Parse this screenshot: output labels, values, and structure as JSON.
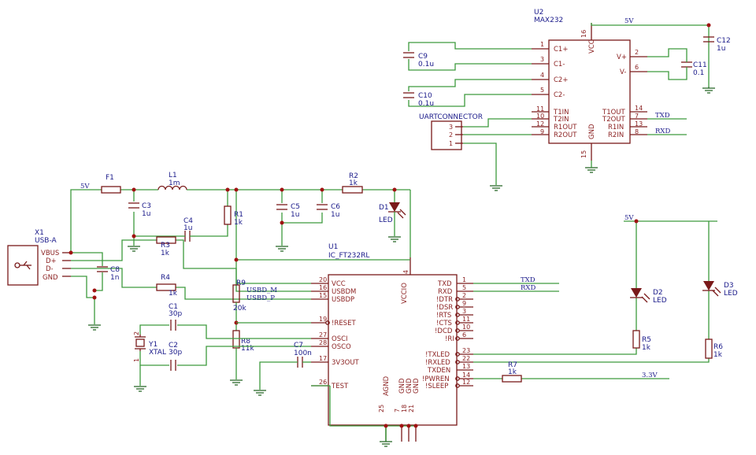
{
  "nets": {
    "vcc_5v_top": "5V",
    "vcc_5v_left": "5V",
    "vcc_5v_right": "5V",
    "v33": "3.3V",
    "txd_top": "TXD",
    "rxd_top": "RXD",
    "txd_mid": "TXD",
    "rxd_mid": "RXD",
    "usbd_m": "USBD_M",
    "usbd_p": "USBD_P"
  },
  "components": {
    "u2": {
      "ref": "U2",
      "value": "MAX232"
    },
    "u1": {
      "ref": "U1",
      "value": "IC_FT232RL"
    },
    "x1": {
      "ref": "X1",
      "value": "USB-A"
    },
    "f1": {
      "ref": "F1"
    },
    "l1": {
      "ref": "L1",
      "value": "1m"
    },
    "r1": {
      "ref": "R1",
      "value": "1k"
    },
    "r2": {
      "ref": "R2",
      "value": "1k"
    },
    "r3": {
      "ref": "R3",
      "value": "1k"
    },
    "r4": {
      "ref": "R4",
      "value": "1k"
    },
    "r5": {
      "ref": "R5",
      "value": "1k"
    },
    "r6": {
      "ref": "R6",
      "value": "1k"
    },
    "r7": {
      "ref": "R7",
      "value": "1k"
    },
    "r8": {
      "ref": "R8",
      "value": "11k"
    },
    "r9": {
      "ref": "R9",
      "value": "20k"
    },
    "c1": {
      "ref": "C1",
      "value": "30p"
    },
    "c2": {
      "ref": "C2",
      "value": "30p"
    },
    "c3": {
      "ref": "C3",
      "value": "1u"
    },
    "c4": {
      "ref": "C4",
      "value": "1u"
    },
    "c5": {
      "ref": "C5",
      "value": "1u"
    },
    "c6": {
      "ref": "C6",
      "value": "1u"
    },
    "c7": {
      "ref": "C7",
      "value": "100n"
    },
    "c8": {
      "ref": "C8",
      "value": "1n"
    },
    "c9": {
      "ref": "C9",
      "value": "0.1u"
    },
    "c10": {
      "ref": "C10",
      "value": "0.1u"
    },
    "c11": {
      "ref": "C11",
      "value": "0.1"
    },
    "c12": {
      "ref": "C12",
      "value": "1u"
    },
    "d1": {
      "ref": "D1",
      "value": "LED"
    },
    "d2": {
      "ref": "D2",
      "value": "LED"
    },
    "d3": {
      "ref": "D3",
      "value": "LED"
    },
    "y1": {
      "ref": "Y1",
      "value": "XTAL"
    },
    "uartconn": {
      "ref": "UARTCONNECTOR"
    }
  },
  "u2_pins": {
    "c1p": "C1+",
    "c1m": "C1-",
    "c2p": "C2+",
    "c2m": "C2-",
    "t1in": "T1IN",
    "t2in": "T2IN",
    "r1out": "R1OUT",
    "r2out": "R2OUT",
    "vcc": "VCC",
    "gnd": "GND",
    "vp": "V+",
    "vm": "V-",
    "t1out": "T1OUT",
    "t2out": "T2OUT",
    "r1in": "R1IN",
    "r2in": "R2IN",
    "n16": "16",
    "n1": "1",
    "n3": "3",
    "n4": "4",
    "n5": "5",
    "n11": "11",
    "n10": "10",
    "n12": "12",
    "n9": "9",
    "n15": "15",
    "n2": "2",
    "n6": "6",
    "n14": "14",
    "n7": "7",
    "n13": "13",
    "n8": "8"
  },
  "u1_pins": {
    "vcc": "VCC",
    "usbdm": "USBDM",
    "usbdp": "USBDP",
    "reset": "!RESET",
    "osci": "OSCI",
    "osco": "OSCO",
    "v3out": "3V3OUT",
    "test": "TEST",
    "vccio": "VCCIO",
    "agnd": "AGND",
    "gnd1": "GND",
    "gnd2": "GND",
    "gnd3": "GND",
    "txd": "TXD",
    "rxd": "RXD",
    "dtr": "!DTR",
    "dsr": "!DSR",
    "rts": "!RTS",
    "cts": "!CTS",
    "dcd": "!DCD",
    "ri": "!RI",
    "txled": "!TXLED",
    "rxled": "!RXLED",
    "txden": "TXDEN",
    "pwren": "!PWREN",
    "sleep": "!SLEEP",
    "n20": "20",
    "n16": "16",
    "n15": "15",
    "n19": "19",
    "n27": "27",
    "n28": "28",
    "n17": "17",
    "n26": "26",
    "n4": "4",
    "n25": "25",
    "n7": "7",
    "n18": "18",
    "n21": "21",
    "n1": "1",
    "n5": "5",
    "n2": "2",
    "n9": "9",
    "n3": "3",
    "n11": "11",
    "n10": "10",
    "n6": "6",
    "n23": "23",
    "n22": "22",
    "n13": "13",
    "n14": "14",
    "n12": "12"
  },
  "usb_pins": {
    "vbus": "VBUS",
    "dp": "D+",
    "dm": "D-",
    "gnd": "GND"
  },
  "conn_pins": {
    "p3": "3",
    "p2": "2",
    "p1": "1"
  },
  "crystal_pins": {
    "p2": "2",
    "p1": "1"
  }
}
